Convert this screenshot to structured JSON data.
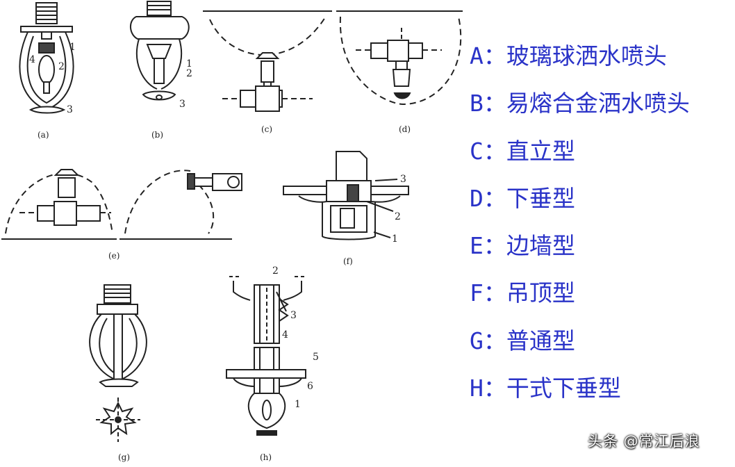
{
  "legend": [
    {
      "code": "A",
      "sep": "：",
      "label": "玻璃球洒水喷头"
    },
    {
      "code": "B",
      "sep": "：",
      "label": "易熔合金洒水喷头"
    },
    {
      "code": "C",
      "sep": "：",
      "label": "直立型"
    },
    {
      "code": "D",
      "sep": "：",
      "label": "下垂型"
    },
    {
      "code": "E",
      "sep": "：",
      "label": "边墙型"
    },
    {
      "code": "F",
      "sep": "：",
      "label": "吊顶型"
    },
    {
      "code": "G",
      "sep": "：",
      "label": "普通型"
    },
    {
      "code": "H",
      "sep": "：",
      "label": "干式下垂型"
    }
  ],
  "figure_captions": {
    "a": "(a)",
    "b": "(b)",
    "c": "(c)",
    "d": "(d)",
    "e": "(e)",
    "f": "(f)",
    "g": "(g)",
    "h": "(h)"
  },
  "part_numbers": {
    "a": [
      "1",
      "2",
      "3",
      "4"
    ],
    "b": [
      "1",
      "2",
      "3"
    ],
    "f": [
      "1",
      "2",
      "3"
    ],
    "h": [
      "1",
      "2",
      "3",
      "4",
      "5",
      "6"
    ]
  },
  "watermark": "头条 @常江后浪",
  "colors": {
    "legend_text": "#2a33c8",
    "line_art": "#222222",
    "background": "#ffffff"
  }
}
